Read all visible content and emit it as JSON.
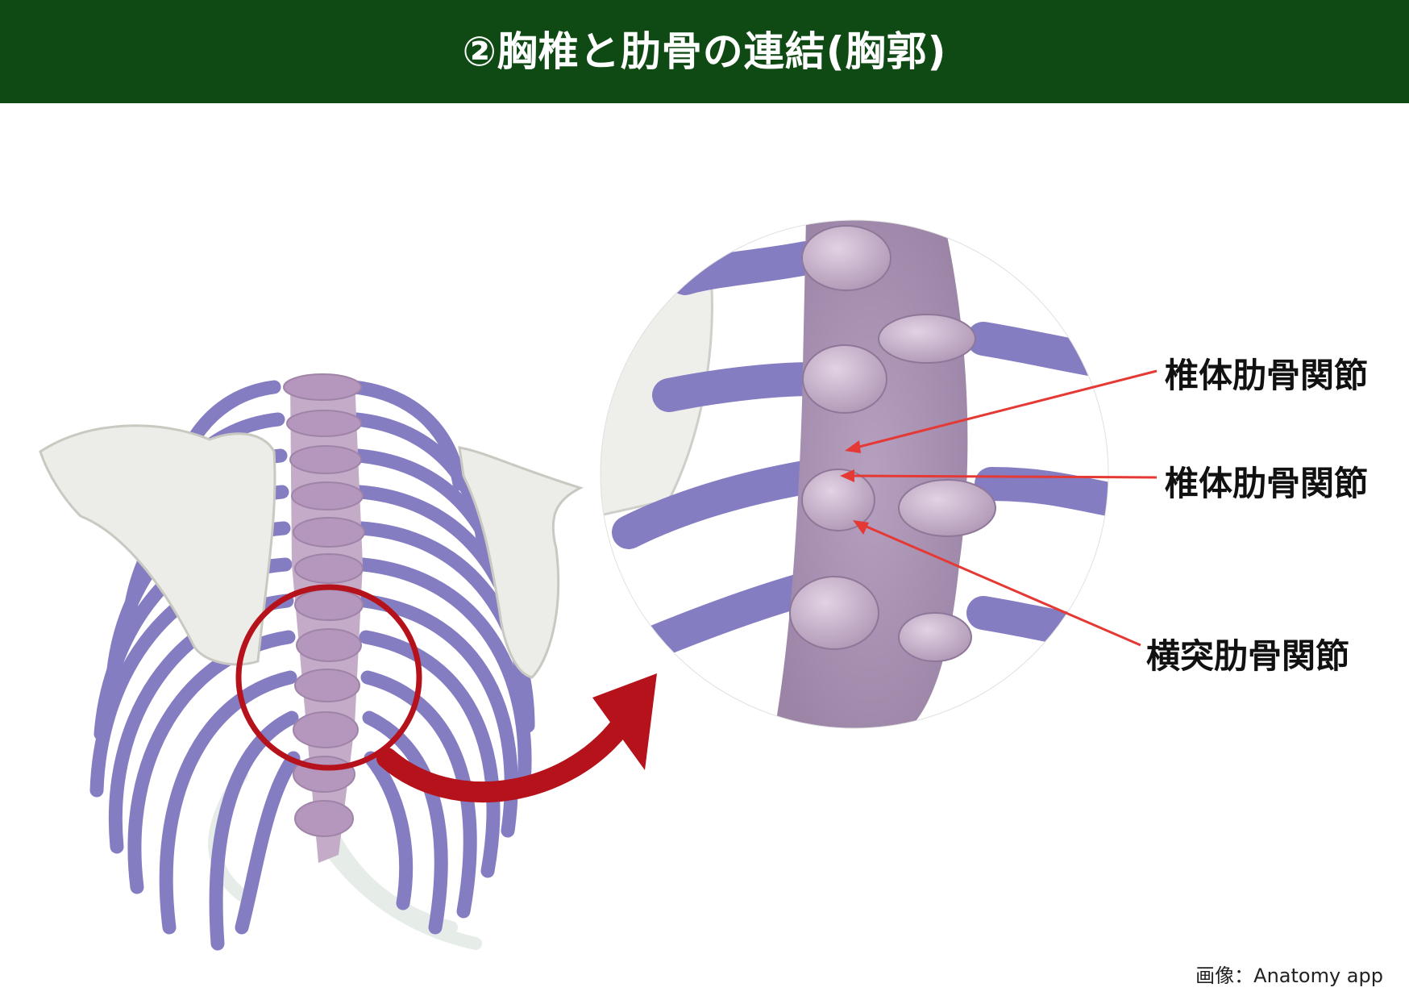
{
  "header": {
    "title": "②胸椎と肋骨の連結(胸郭)"
  },
  "labels": {
    "label_1": "椎体肋骨関節",
    "label_2": "椎体肋骨関節",
    "label_3": "横突肋骨関節"
  },
  "credit": "画像：Anatomy app",
  "colors": {
    "header_bg": "#0f4a14",
    "rib": "#8d86c8",
    "vertebra": "#c6aec9",
    "scapula": "#eeeeea",
    "highlight_circle": "#b5121b",
    "pointer_arrow": "#e53935"
  }
}
